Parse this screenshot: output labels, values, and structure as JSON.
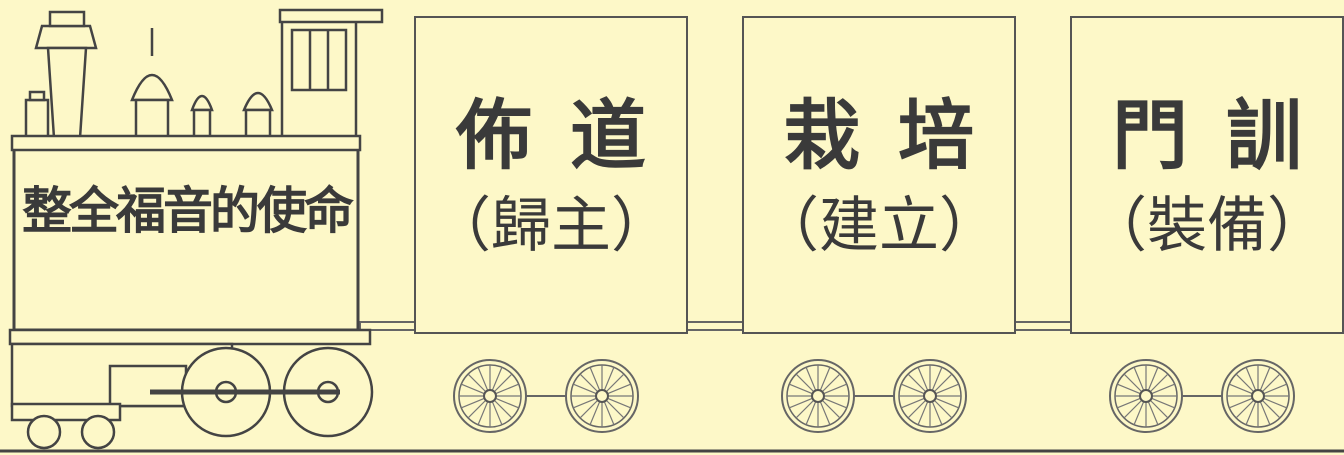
{
  "engine": {
    "label": "整全福音的使命"
  },
  "cars": [
    {
      "title": "佈道",
      "subtitle": "（歸主）"
    },
    {
      "title": "栽培",
      "subtitle": "（建立）"
    },
    {
      "title": "門訓",
      "subtitle": "（裝備）"
    }
  ],
  "colors": {
    "background": "#fdf8c8",
    "ink": "#3a3a3a",
    "outline": "#555555"
  }
}
